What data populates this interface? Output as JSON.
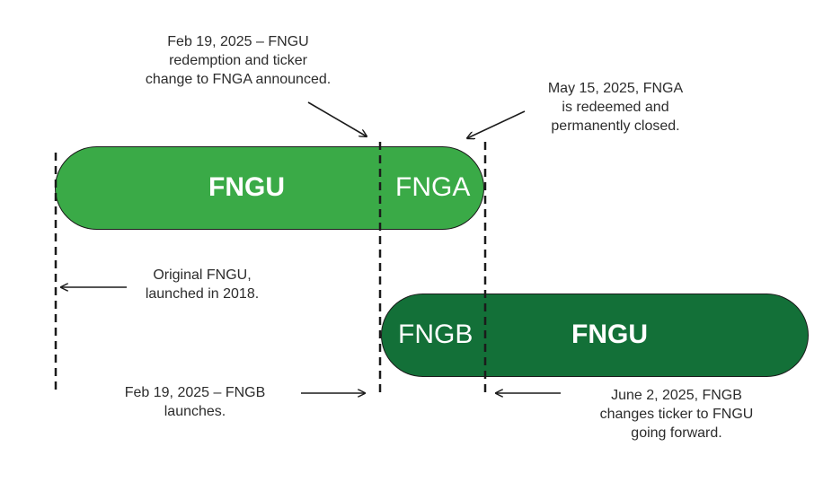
{
  "segments": {
    "fngu_original": "FNGU",
    "fnga": "FNGA",
    "fngb": "FNGB",
    "fngu_new": "FNGU"
  },
  "annotations": {
    "redemption_announced": [
      "Feb 19, 2025 – FNGU",
      "redemption and ticker",
      "change to FNGA announced."
    ],
    "fnga_closed": [
      "May 15, 2025, FNGA",
      "is redeemed and",
      "permanently closed."
    ],
    "original_launch": [
      "Original FNGU,",
      "launched in 2018."
    ],
    "fngb_launch": [
      "Feb 19, 2025 – FNGB",
      "launches."
    ],
    "ticker_change": [
      "June 2, 2025, FNGB",
      "changes ticker to FNGU",
      "going forward."
    ]
  },
  "colors": {
    "light_green": "#3aaa47",
    "dark_green": "#137038",
    "text": "#2c2c2c",
    "line": "#1b1b1b"
  }
}
